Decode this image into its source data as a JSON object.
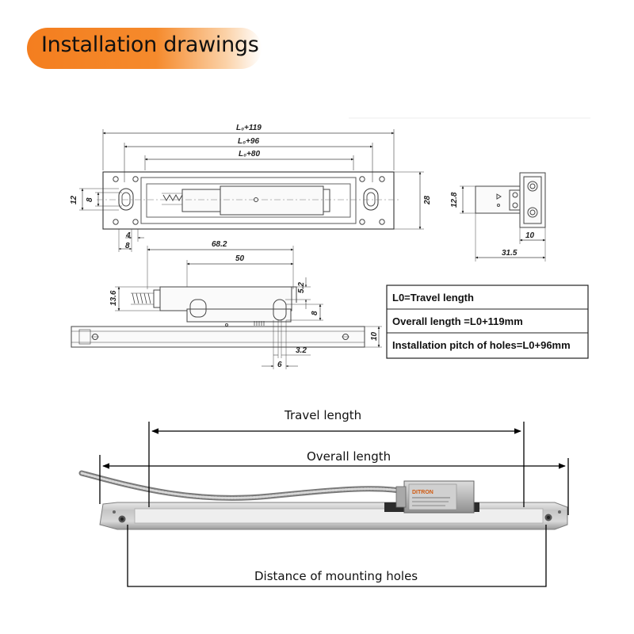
{
  "title": "Installation drawings",
  "top_view": {
    "dims": {
      "overall": "L₀+119",
      "pitch": "L₀+96",
      "travel": "L₀+80",
      "height": "28",
      "d12": "12",
      "d8": "8",
      "d4": "4",
      "d8b": "8"
    }
  },
  "end_view": {
    "dims": {
      "d12_8": "12.8",
      "d10": "10",
      "d31_5": "31.5"
    }
  },
  "side_view": {
    "dims": {
      "d68_2": "68.2",
      "d50": "50",
      "d13_6": "13.6",
      "d5_2": "5.2",
      "d8": "8",
      "d10": "10",
      "d3_2": "3.2",
      "d6": "6"
    }
  },
  "legend_table": {
    "rows": [
      "L0=Travel length",
      "Overall length =L0+119mm",
      "Installation pitch of holes=L0+96mm"
    ]
  },
  "photo": {
    "travel_label": "Travel length",
    "overall_label": "Overall length",
    "holes_label": "Distance of mounting holes",
    "brand": "DITRON"
  }
}
